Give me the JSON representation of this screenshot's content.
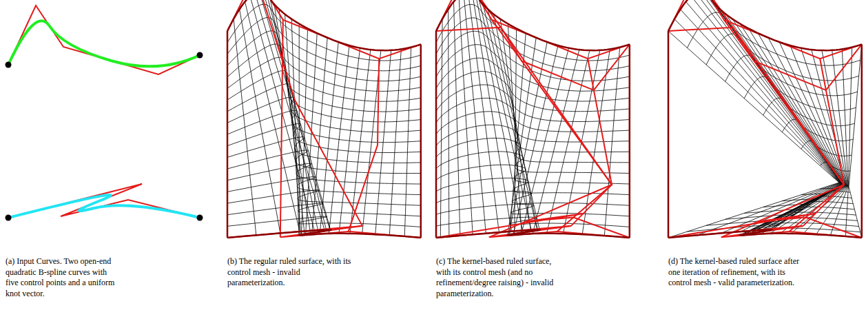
{
  "diagram": {
    "labels": [
      "(a) Input Curves. Two open-end quadratic B-spline curves with five control points and a uniform knot vector.",
      "(b) The regular ruled surface, with its control mesh - invalid parameterization.",
      "(c) The kernel-based ruled surface, with its control mesh (and no refinement/degree raising) - invalid parameterization.",
      "(d) The kernel-based ruled surface after one iteration of refinement, with its control mesh - valid parameterization."
    ]
  }
}
